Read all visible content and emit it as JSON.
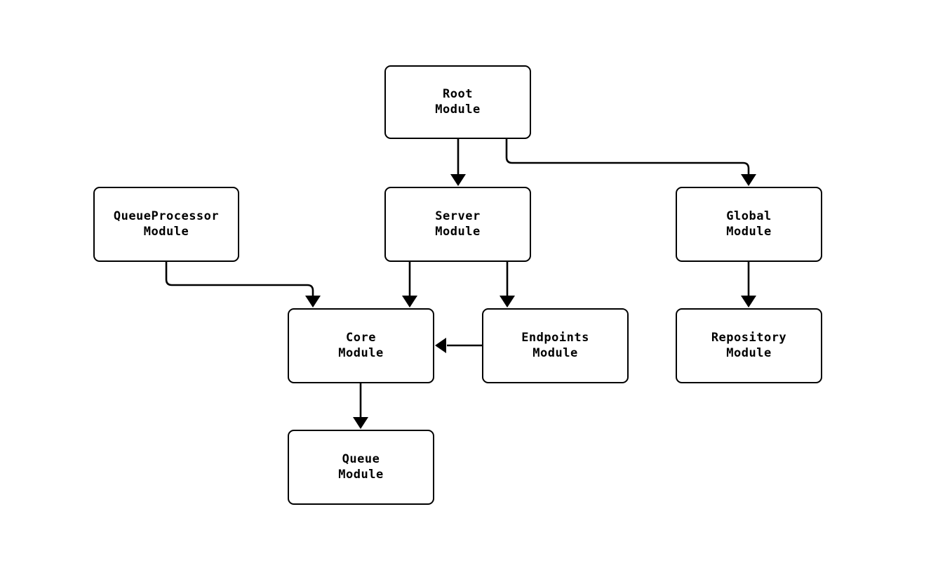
{
  "diagram": {
    "type": "flowchart",
    "background_color": "#ffffff",
    "stroke_color": "#000000",
    "nodes": [
      {
        "id": "root",
        "line1": "Root",
        "line2": "Module"
      },
      {
        "id": "queueprocessor",
        "line1": "QueueProcessor",
        "line2": "Module"
      },
      {
        "id": "server",
        "line1": "Server",
        "line2": "Module"
      },
      {
        "id": "global",
        "line1": "Global",
        "line2": "Module"
      },
      {
        "id": "core",
        "line1": "Core",
        "line2": "Module"
      },
      {
        "id": "endpoints",
        "line1": "Endpoints",
        "line2": "Module"
      },
      {
        "id": "repository",
        "line1": "Repository",
        "line2": "Module"
      },
      {
        "id": "queue",
        "line1": "Queue",
        "line2": "Module"
      }
    ],
    "edges": [
      {
        "from": "Root Module",
        "to": "Server Module"
      },
      {
        "from": "Root Module",
        "to": "Global Module"
      },
      {
        "from": "QueueProcessor Module",
        "to": "Core Module"
      },
      {
        "from": "Server Module",
        "to": "Core Module"
      },
      {
        "from": "Server Module",
        "to": "Endpoints Module"
      },
      {
        "from": "Global Module",
        "to": "Repository Module"
      },
      {
        "from": "Endpoints Module",
        "to": "Core Module"
      },
      {
        "from": "Core Module",
        "to": "Queue Module"
      }
    ]
  }
}
